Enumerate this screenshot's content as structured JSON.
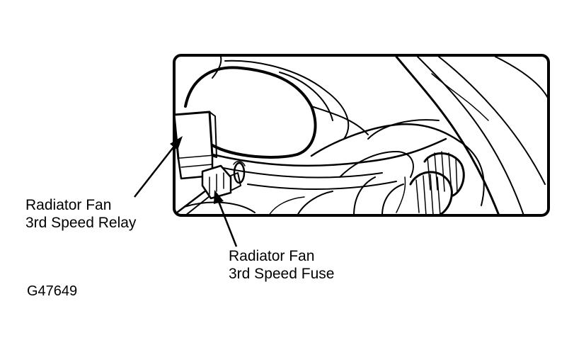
{
  "callouts": {
    "relay": {
      "line1": "Radiator Fan",
      "line2": "3rd Speed Relay"
    },
    "fuse": {
      "line1": "Radiator Fan",
      "line2": "3rd Speed Fuse"
    }
  },
  "figure_id": "G47649",
  "colors": {
    "ink": "#000000",
    "paper": "#ffffff"
  }
}
